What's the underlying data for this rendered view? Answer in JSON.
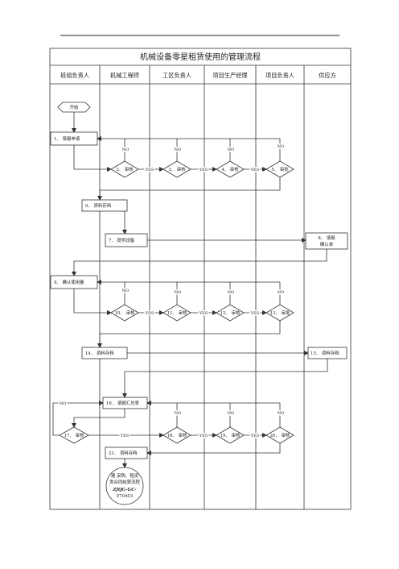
{
  "title": "机械设备零星租赁使用的管理流程",
  "lanes": [
    "班组负责人",
    "机械工程师",
    "工区负责人",
    "项目生产经理",
    "项目负责人",
    "供应方"
  ],
  "nodes": {
    "start": "开始",
    "n1": "1、 填报申请",
    "n2": "2、 审核",
    "n3": "3、 审核",
    "n4": "4、 审核",
    "n5": "5、 审批",
    "n6": "6、 资料存档",
    "n7": "7、 提供设备",
    "n8_line1": "8、 填报",
    "n8_line2": "确认单",
    "n9": "9、 确认使用量",
    "n10": "10、 审核",
    "n11": "11、 审核",
    "n12": "12、 审核",
    "n13": "13、 审批",
    "n14": "14、 资料存档",
    "n15": "15、 资料存档",
    "n16": "16、 填报汇总表",
    "n17": "17、 审核",
    "n18": "18、 审核",
    "n19": "19、 审核",
    "n20": "20、 审核",
    "n21": "21、 资料存档",
    "end_lines": [
      "建 采购、租赁",
      "类合同结算流程",
      "ZJQG-GC-",
      "070403"
    ]
  },
  "labels": {
    "yes": "YES",
    "no": "NO"
  }
}
